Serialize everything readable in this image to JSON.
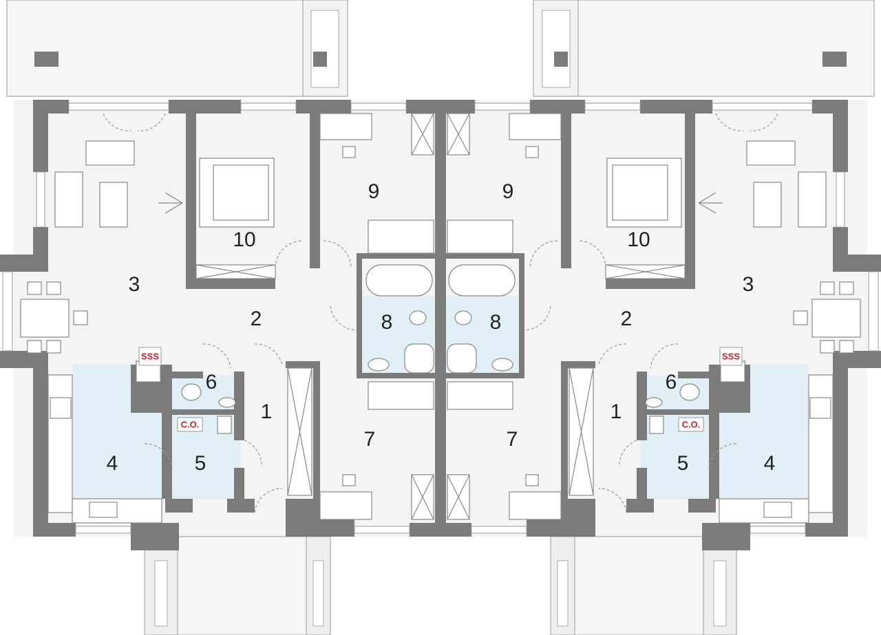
{
  "title": "Semi-detached house floor plan",
  "colors": {
    "wall": "#7b7b7b",
    "floor": "#f4f4f4",
    "wet_area": "#e1eff6",
    "marker": "#c8202a"
  },
  "left_unit": {
    "rooms": [
      "1",
      "2",
      "3",
      "4",
      "5",
      "6",
      "7",
      "8",
      "9",
      "10"
    ],
    "heater_label": "SSS",
    "boiler_label": "C.O."
  },
  "right_unit": {
    "rooms": [
      "1",
      "2",
      "3",
      "4",
      "5",
      "6",
      "7",
      "8",
      "9",
      "10"
    ],
    "heater_label": "SSS",
    "boiler_label": "C.O."
  }
}
